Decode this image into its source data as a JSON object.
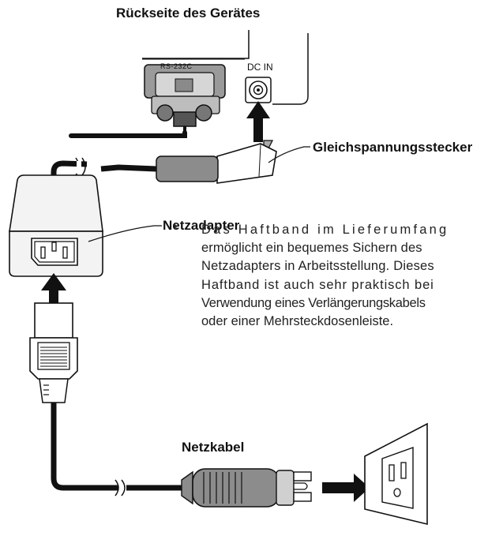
{
  "labels": {
    "title": "Rückseite des Gerätes",
    "dc_connector": "Gleichspannungsstecker",
    "adapter": "Netzadapter",
    "cable": "Netzkabel",
    "port_rs232c": "RS-232C",
    "port_dc_in": "DC IN"
  },
  "note": {
    "marker": "*",
    "lines": [
      "Das Haftband im Lieferumfang",
      "ermöglicht ein bequemes Sichern des",
      "Netzadapters in Arbeitsstellung. Dieses",
      "Haftband ist auch sehr praktisch bei",
      "Verwendung eines Verlängerungskabels",
      "oder einer Mehrsteckdosenleiste."
    ]
  },
  "colors": {
    "line": "#111111",
    "gray": "#8c8c8c",
    "light_gray": "#cfcfcf",
    "adapter_fill": "#f3f3f3"
  },
  "icons": [
    "rs232c-connector-icon",
    "dc-in-jack-icon",
    "ac-adapter-icon",
    "iec-plug-icon",
    "mains-plug-icon",
    "wall-outlet-icon",
    "arrow-icon"
  ]
}
